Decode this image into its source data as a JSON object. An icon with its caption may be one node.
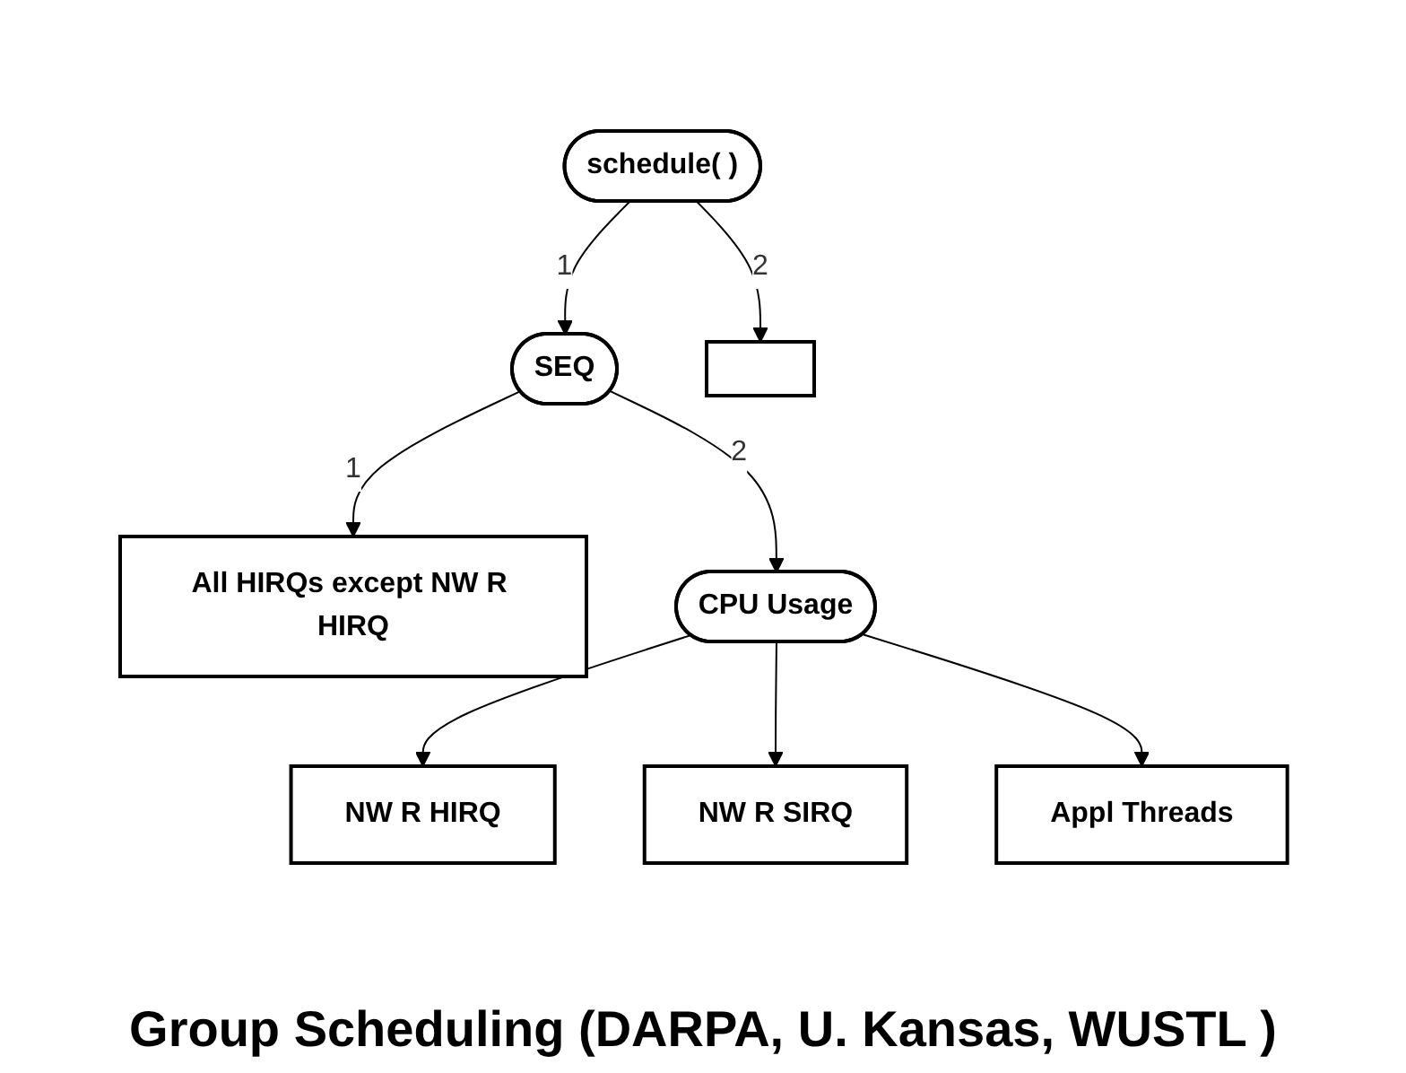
{
  "diagram": {
    "caption": "Group Scheduling (DARPA, U. Kansas, WUSTL )",
    "nodes": [
      {
        "text": [
          "schedule( )"
        ]
      },
      {
        "text": [
          "SEQ"
        ]
      },
      {
        "text": [],
        "shape": "box"
      },
      {
        "text": [
          "All HIRQs except NW R HIRQ"
        ]
      },
      {
        "text": [
          "CPU Usage"
        ]
      },
      {
        "text": [
          "NW R HIRQ"
        ]
      },
      {
        "text": [
          "NW R SIRQ"
        ]
      },
      {
        "text": [
          "Appl Threads"
        ]
      }
    ],
    "edges": [
      {
        "from": 0,
        "to": 1,
        "arrow": "to",
        "label": "1"
      },
      {
        "from": 0,
        "to": 2,
        "arrow": "to",
        "label": "2"
      },
      {
        "from": 1,
        "to": 3,
        "arrow": "to",
        "label": "1"
      },
      {
        "from": 1,
        "to": 4,
        "arrow": "to",
        "label": "2"
      },
      {
        "from": 4,
        "to": 5,
        "arrow": "to"
      },
      {
        "from": 4,
        "to": 6,
        "arrow": "to"
      },
      {
        "from": 4,
        "to": 7,
        "arrow": "to"
      }
    ]
  }
}
